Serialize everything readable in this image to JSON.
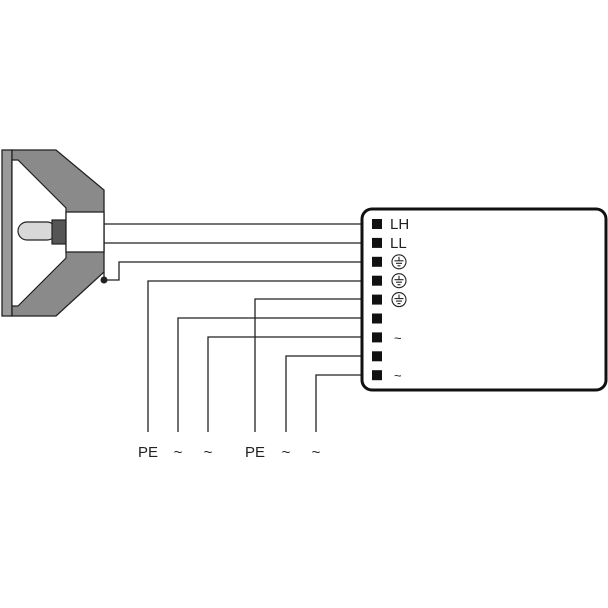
{
  "colors": {
    "line": "#222222",
    "lamp_reflector": "#8a8a8a",
    "lamp_back": "#9a9a9a",
    "lamp_bulb": "#d8d8d8",
    "terminal": "#111111",
    "background": "#ffffff"
  },
  "ballast": {
    "terminals": [
      {
        "label": "LH",
        "kind": "text"
      },
      {
        "label": "LL",
        "kind": "text"
      },
      {
        "label": "",
        "kind": "earth-icon"
      },
      {
        "label": "",
        "kind": "earth-icon"
      },
      {
        "label": "",
        "kind": "earth-icon"
      },
      {
        "label": "",
        "kind": "none"
      },
      {
        "label": "~",
        "kind": "text"
      },
      {
        "label": "",
        "kind": "none"
      },
      {
        "label": "~",
        "kind": "text"
      }
    ]
  },
  "supply_labels": [
    "PE",
    "~",
    "~",
    "PE",
    "~",
    "~"
  ]
}
